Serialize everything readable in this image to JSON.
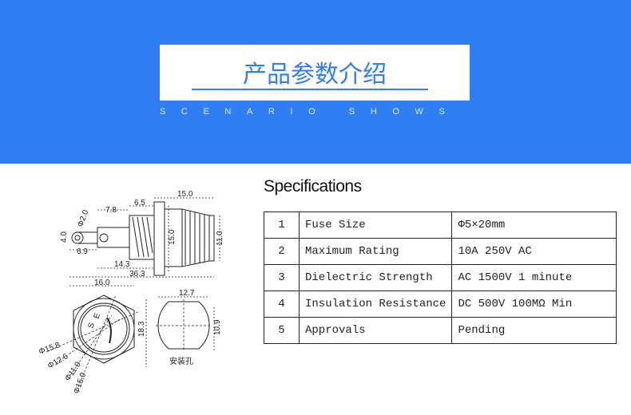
{
  "header": {
    "title": "产品参数介绍",
    "subtitle": "SCENARIO SHOWS",
    "color": "#2f7ff3"
  },
  "specs": {
    "heading": "Specifications",
    "rows": [
      {
        "no": "1",
        "name": "Fuse Size",
        "value": "Φ5×20mm"
      },
      {
        "no": "2",
        "name": "Maximum Rating",
        "value": "10A 250V AC"
      },
      {
        "no": "3",
        "name": "Dielectric Strength",
        "value": "AC 1500V 1 minute"
      },
      {
        "no": "4",
        "name": "Insulation Resistance",
        "value": "DC 500V 100MΩ Min"
      },
      {
        "no": "5",
        "name": "Approvals",
        "value": "Pending"
      }
    ]
  },
  "drawing": {
    "dims": {
      "d15_0_top": "15.0",
      "d6_5": "6.5",
      "d7_8": "7.8",
      "phi2_0": "Φ2.0",
      "d4_0": "4.0",
      "d6_9": "6.9",
      "d14_3": "14.3",
      "d36_3": "36.3",
      "d15_0_v": "15.0",
      "d11_0": "11.0",
      "d16_0": "16.0",
      "d12_7": "12.7",
      "d18_3": "18.3",
      "d10_9": "10.9",
      "phi15_8": "Φ15.8",
      "phi12_6": "Φ12.6",
      "phi11_0": "Φ11.0",
      "phi15_0": "Φ15.0"
    },
    "marks": {
      "s": "S",
      "e": "E"
    },
    "hole_label": "安装孔"
  }
}
